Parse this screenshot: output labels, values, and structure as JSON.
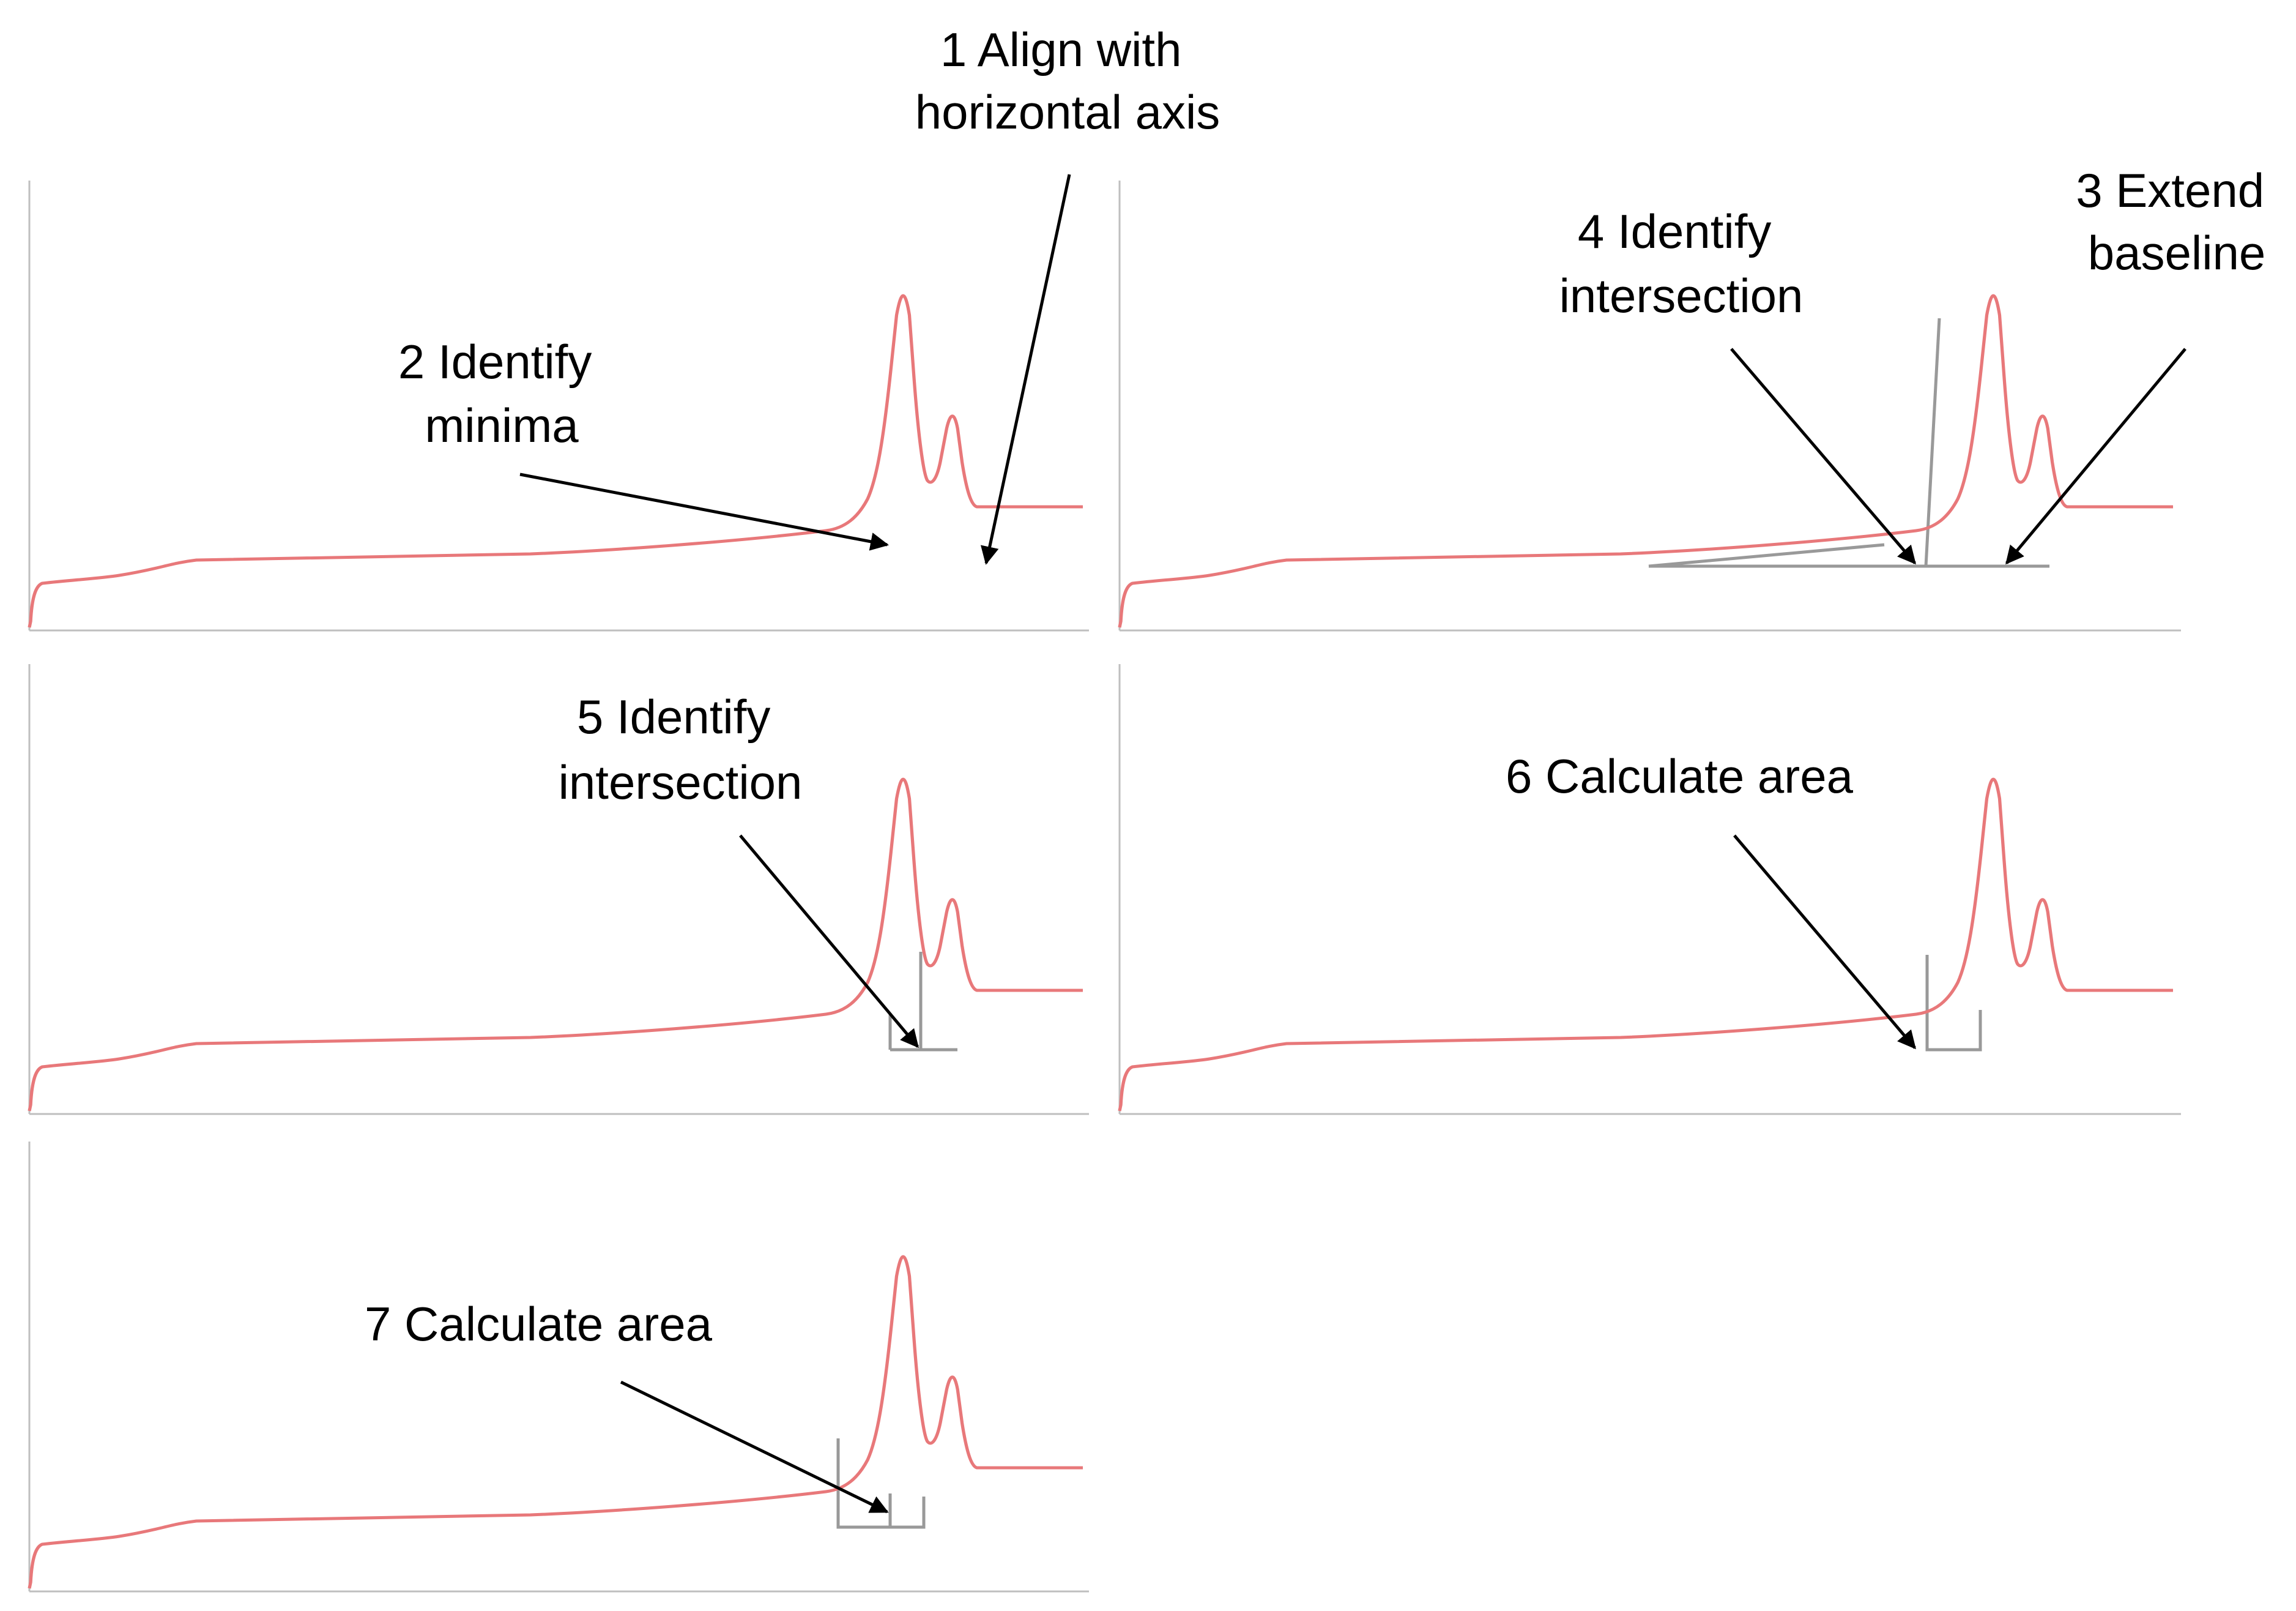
{
  "figure": {
    "colors": {
      "trace": "#e8787a",
      "baseline": "#999999",
      "axis": "#bfbfbf",
      "arrow": "#000000",
      "text": "#000000"
    },
    "panels": [
      {
        "id": 1,
        "steps": [
          "minima",
          "align"
        ],
        "baseline": "none",
        "annotations": [
          {
            "key": "a1",
            "lines": [
              "1 Align with",
              "horizontal axis"
            ]
          },
          {
            "key": "a2",
            "lines": [
              "2 Identify",
              "minima"
            ]
          }
        ]
      },
      {
        "id": 2,
        "steps": [
          "extend",
          "intersect-left"
        ],
        "baseline": "extended",
        "annotations": [
          {
            "key": "a3",
            "lines": [
              "3 Extend",
              "baseline"
            ]
          },
          {
            "key": "a4",
            "lines": [
              "4 Identify",
              "intersection"
            ]
          }
        ]
      },
      {
        "id": 3,
        "steps": [
          "intersect-right"
        ],
        "baseline": "right-peak",
        "annotations": [
          {
            "key": "a5",
            "lines": [
              "5 Identify",
              "intersection"
            ]
          }
        ]
      },
      {
        "id": 4,
        "steps": [
          "area-main"
        ],
        "baseline": "main-peak-box",
        "annotations": [
          {
            "key": "a6",
            "lines": [
              "6 Calculate area"
            ]
          }
        ]
      },
      {
        "id": 5,
        "steps": [
          "area-split"
        ],
        "baseline": "split-box",
        "annotations": [
          {
            "key": "a7",
            "lines": [
              "7 Calculate area"
            ]
          }
        ]
      }
    ]
  }
}
